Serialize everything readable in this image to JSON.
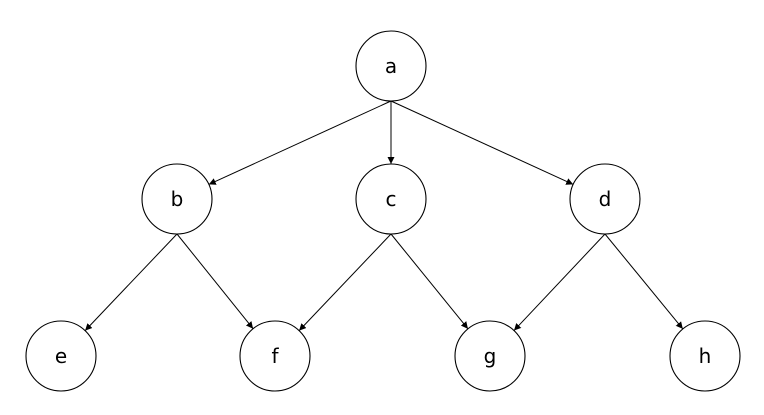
{
  "diagram": {
    "type": "directed-graph",
    "nodes": [
      {
        "id": "a",
        "label": "a"
      },
      {
        "id": "b",
        "label": "b"
      },
      {
        "id": "c",
        "label": "c"
      },
      {
        "id": "d",
        "label": "d"
      },
      {
        "id": "e",
        "label": "e"
      },
      {
        "id": "f",
        "label": "f"
      },
      {
        "id": "g",
        "label": "g"
      },
      {
        "id": "h",
        "label": "h"
      }
    ],
    "edges": [
      {
        "from": "a",
        "to": "b"
      },
      {
        "from": "a",
        "to": "c"
      },
      {
        "from": "a",
        "to": "d"
      },
      {
        "from": "b",
        "to": "e"
      },
      {
        "from": "b",
        "to": "f"
      },
      {
        "from": "c",
        "to": "f"
      },
      {
        "from": "c",
        "to": "g"
      },
      {
        "from": "d",
        "to": "g"
      },
      {
        "from": "d",
        "to": "h"
      }
    ],
    "colors": {
      "stroke": "#000000",
      "fill": "#ffffff",
      "text": "#000000"
    }
  }
}
